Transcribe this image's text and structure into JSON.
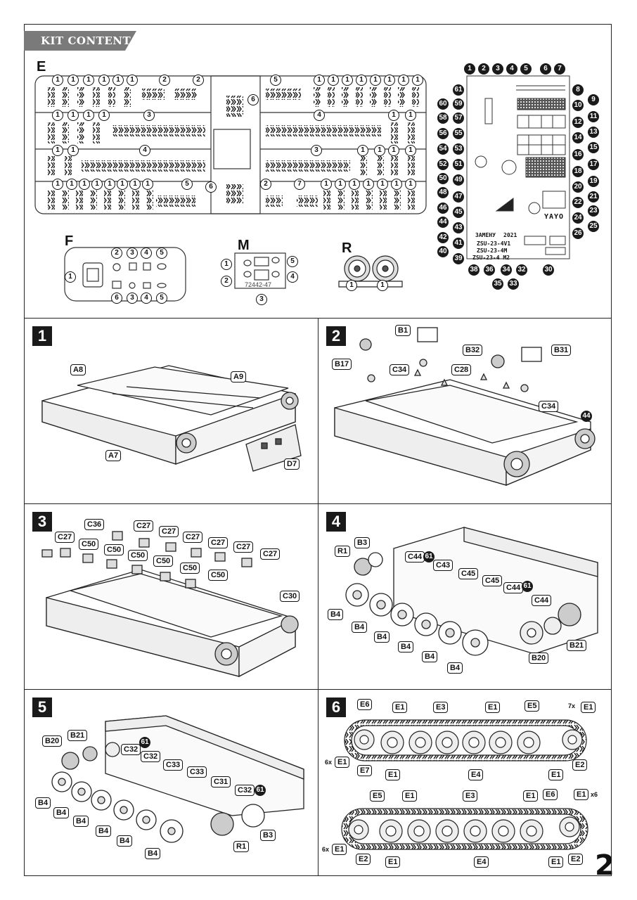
{
  "banner": "KIT CONTENT",
  "page_number": "2",
  "sprues": {
    "E": {
      "letter": "E",
      "labels": [
        "1",
        "2",
        "3",
        "4",
        "5",
        "6",
        "7"
      ]
    },
    "F": {
      "letter": "F",
      "labels": [
        "1",
        "2",
        "3",
        "4",
        "5",
        "6"
      ]
    },
    "M": {
      "letter": "M",
      "labels": [
        "1",
        "2",
        "3",
        "4",
        "5"
      ],
      "code": "72442-47"
    },
    "R": {
      "letter": "R",
      "labels": [
        "1"
      ]
    }
  },
  "decals": {
    "numbers": [
      "1",
      "2",
      "3",
      "4",
      "5",
      "6",
      "7",
      "8",
      "9",
      "10",
      "11",
      "12",
      "13",
      "14",
      "15",
      "16",
      "17",
      "18",
      "19",
      "20",
      "21",
      "22",
      "23",
      "24",
      "25",
      "26",
      "30",
      "32",
      "33",
      "34",
      "35",
      "36",
      "38",
      "39",
      "40",
      "41",
      "42",
      "43",
      "44",
      "45",
      "46",
      "47",
      "48",
      "49",
      "50",
      "51",
      "52",
      "53",
      "54",
      "55",
      "56",
      "57",
      "58",
      "59",
      "60",
      "61"
    ],
    "text_lines": [
      "ЗАМЕНУ",
      "2021",
      "ZSU-23-4V1",
      "ZSU-23-4M",
      "ZSU-23-4 M2"
    ],
    "logo": "YAYO"
  },
  "steps": [
    {
      "number": "1",
      "parts": [
        "A8",
        "A9",
        "A7",
        "D7"
      ]
    },
    {
      "number": "2",
      "parts": [
        "B1",
        "B17",
        "C34",
        "B32",
        "B31",
        "C28",
        "C34",
        "44"
      ]
    },
    {
      "number": "3",
      "parts": [
        "C36",
        "C27",
        "C27",
        "C27",
        "C27",
        "C27",
        "C27",
        "C27",
        "C50",
        "C50",
        "C50",
        "C50",
        "C50",
        "C50",
        "C30"
      ]
    },
    {
      "number": "4",
      "parts": [
        "R1",
        "B3",
        "C44",
        "61",
        "C43",
        "C45",
        "C45",
        "C44",
        "61",
        "C44",
        "B4",
        "B4",
        "B4",
        "B4",
        "B4",
        "B4",
        "B20",
        "B21"
      ]
    },
    {
      "number": "5",
      "parts": [
        "B20",
        "B21",
        "C32",
        "61",
        "C32",
        "C33",
        "C33",
        "C31",
        "C32",
        "61",
        "B4",
        "B4",
        "B4",
        "B4",
        "B4",
        "B4",
        "R1",
        "B3"
      ]
    },
    {
      "number": "6",
      "parts": [
        "E6",
        "E1",
        "E3",
        "E1",
        "E5",
        "E1",
        "E2",
        "E4",
        "E7",
        "E1",
        "E1",
        "E5",
        "E1",
        "E3",
        "E1",
        "E6",
        "E1",
        "E2",
        "E4",
        "E1",
        "E2",
        "E1"
      ],
      "multipliers": {
        "top_right": "7x",
        "top_left": "6x",
        "bottom_right": "x6",
        "bottom_left": "6x"
      }
    }
  ]
}
